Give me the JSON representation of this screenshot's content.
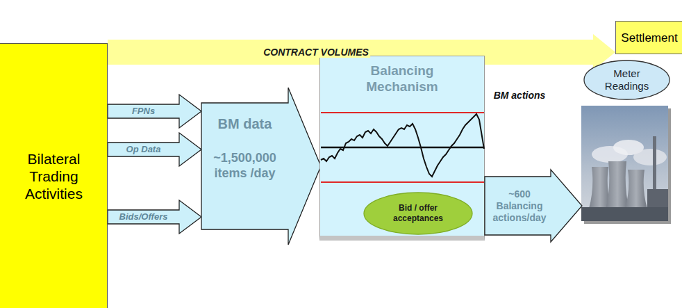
{
  "diagram": {
    "nodes": [
      {
        "text": [
          "Bilateral Trading Activities"
        ]
      },
      {
        "text": [
          "Settlement"
        ]
      },
      {
        "text": [
          "BM data",
          "~1,500,000 items /day"
        ]
      },
      {
        "text": [
          "Balancing Mechanism"
        ]
      },
      {
        "text": [
          "Bid / offer acceptances"
        ],
        "in": 3
      },
      {
        "text": [
          "Meter Readings"
        ]
      },
      {
        "text": [
          "~600 Balancing actions/day"
        ]
      }
    ],
    "edges": [
      {
        "from": 0,
        "to": 1,
        "arrow": "to",
        "label": "CONTRACT VOLUMES"
      },
      {
        "from": 0,
        "to": 2,
        "arrow": "to",
        "label": "FPNs"
      },
      {
        "from": 0,
        "to": 2,
        "arrow": "to",
        "label": "Op Data"
      },
      {
        "from": 0,
        "to": 2,
        "arrow": "to",
        "label": "Bids/Offers"
      }
    ],
    "labels": [
      "BM actions"
    ]
  }
}
